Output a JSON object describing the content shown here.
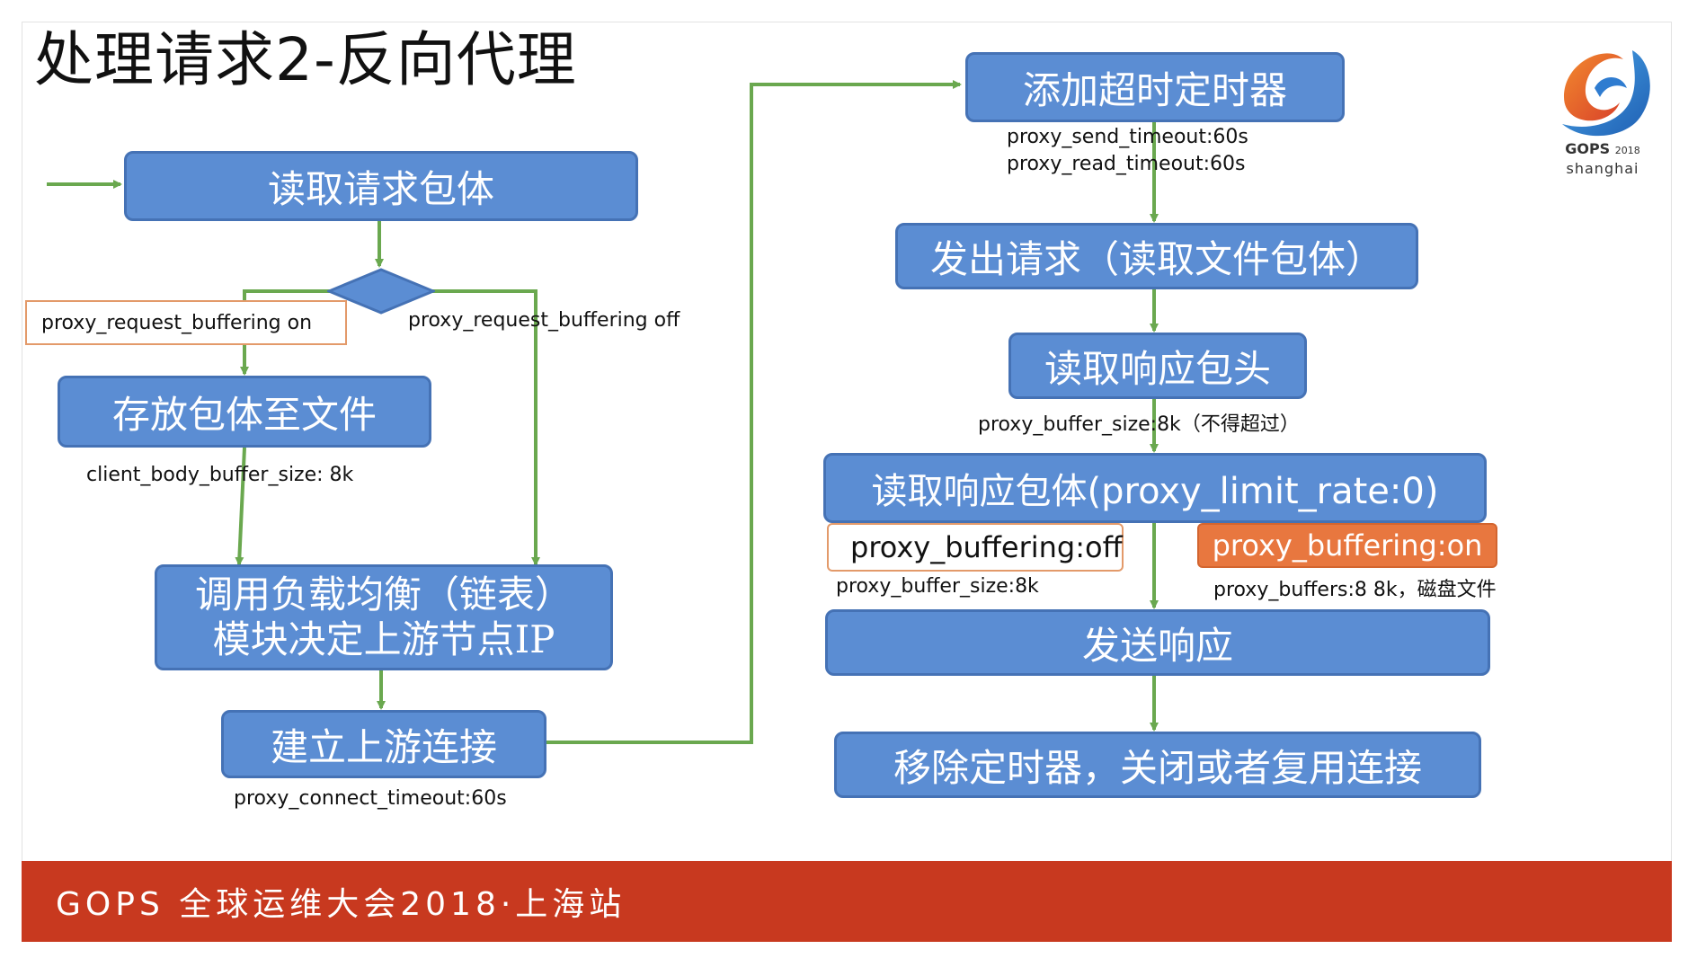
{
  "title": "处理请求2-反向代理",
  "nodes": {
    "read_body": "读取请求包体",
    "save_file": "存放包体至文件",
    "lb_line1": "调用负载均衡（链表）",
    "lb_line2": "模块决定上游节点IP",
    "connect": "建立上游连接",
    "add_timer": "添加超时定时器",
    "send_request": "发出请求（读取文件包体）",
    "read_header": "读取响应包头",
    "read_resp_body": "读取响应包体(proxy_limit_rate:0)",
    "send_response": "发送响应",
    "remove_timer": "移除定时器，关闭或者复用连接"
  },
  "labels": {
    "buffering_on": "proxy_request_buffering   on",
    "buffering_off": "proxy_request_buffering   off",
    "client_body_buffer": "client_body_buffer_size:     8k",
    "connect_timeout": "proxy_connect_timeout:60s",
    "send_timeout": "proxy_send_timeout:60s",
    "read_timeout": "proxy_read_timeout:60s",
    "buffer_size": "proxy_buffer_size:8k",
    "buffer_size_note": "（不得超过）",
    "proxy_buffering_off": "proxy_buffering:off",
    "proxy_buffering_on": "proxy_buffering:on",
    "buffer_size_8k": "proxy_buffer_size:8k",
    "buffers": "proxy_buffers:8  8k，",
    "buffers_note": "磁盘文件"
  },
  "logo": {
    "brand": "GOPS",
    "year": "2018",
    "city": "shanghai"
  },
  "footer": "GOPS 全球运维大会2018·上海站",
  "colors": {
    "node_fill": "#5b8dd3",
    "node_border": "#4572b5",
    "arrow": "#6aa84f",
    "footer": "#c8391f",
    "tag_orange": "#e8773f"
  }
}
